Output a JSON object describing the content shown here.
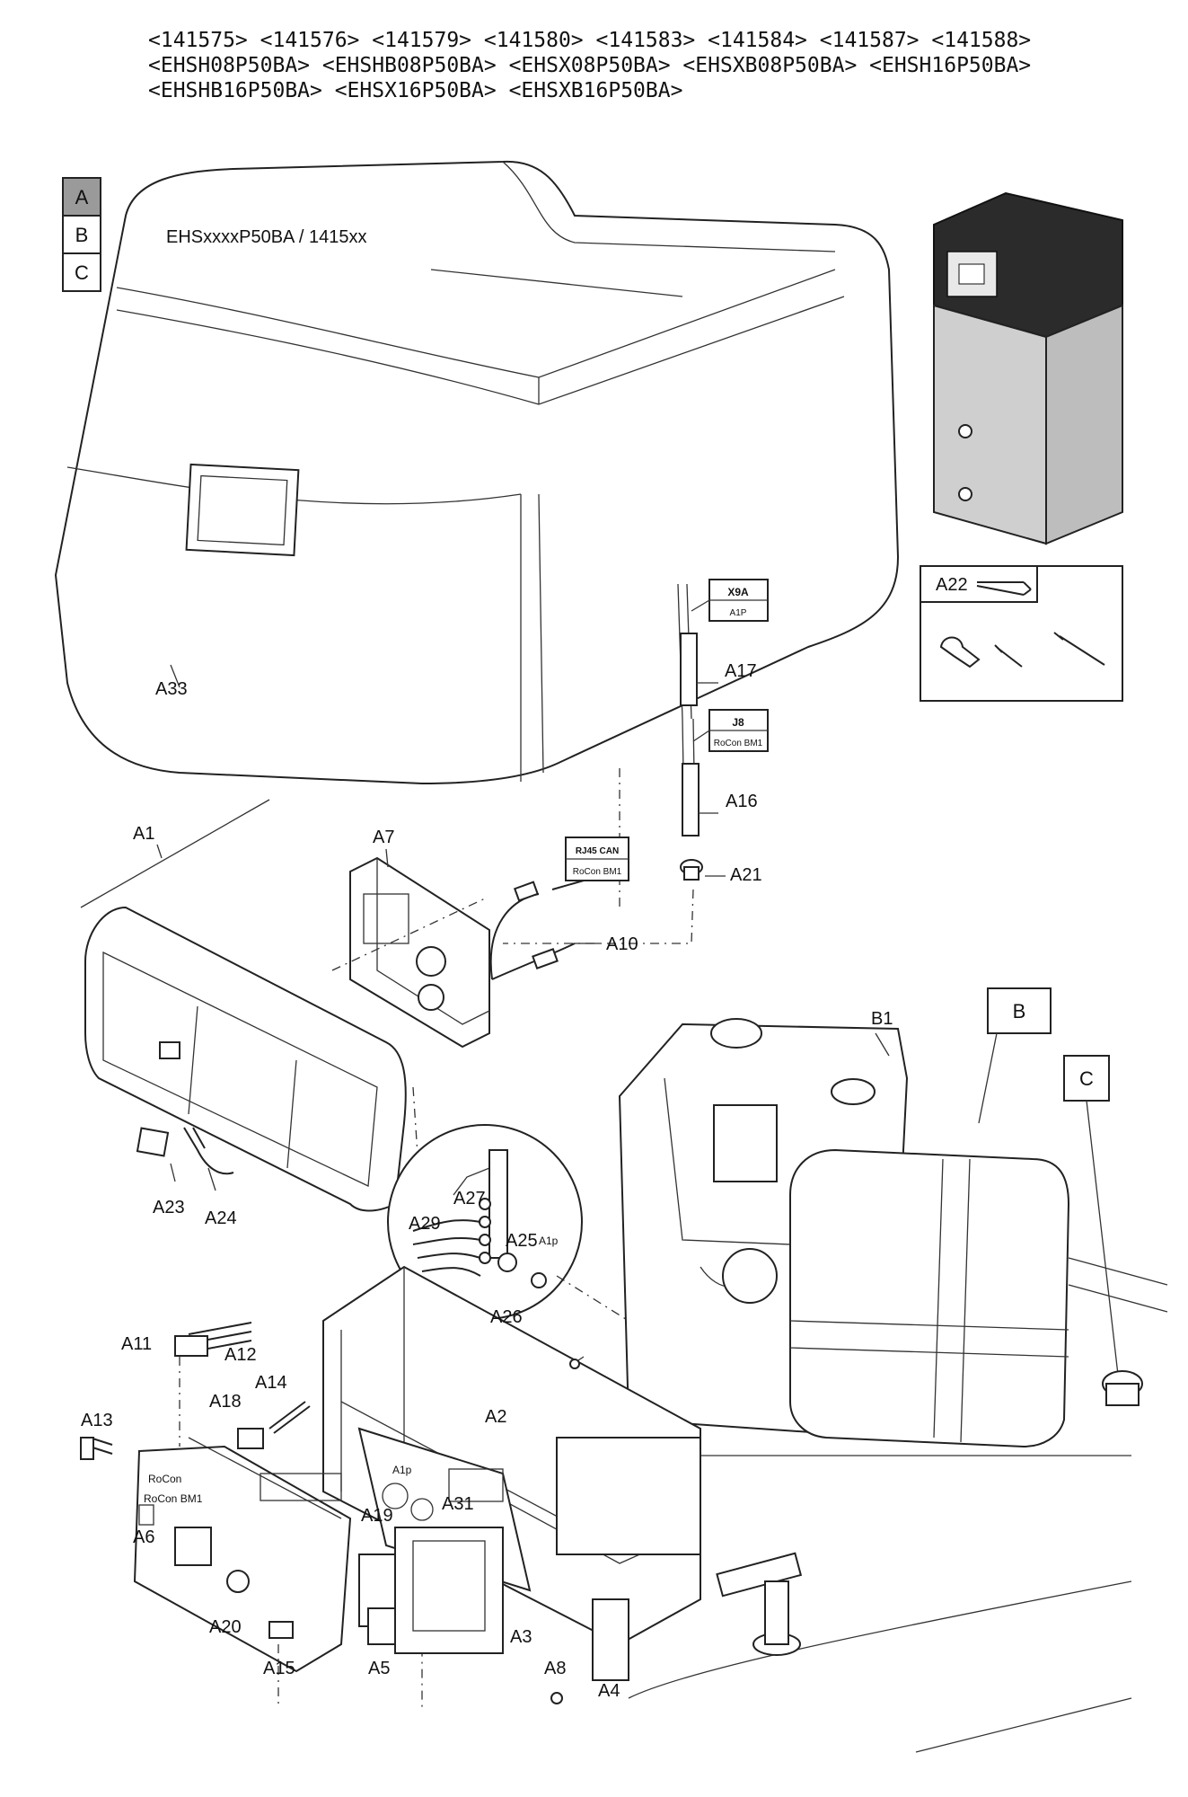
{
  "header_lines": [
    "<141575> <141576> <141579> <141580> <141583> <141584> <141587> <141588>",
    "<EHSH08P50BA> <EHSHB08P50BA> <EHSX08P50BA> <EHSXB08P50BA> <EHSH16P50BA>",
    "<EHSHB16P50BA> <EHSX16P50BA> <EHSXB16P50BA>"
  ],
  "model_text": "EHSxxxxP50BA / 1415xx",
  "section_tabs": [
    "A",
    "B",
    "C"
  ],
  "active_tab": "A",
  "box_labels": {
    "b": "B",
    "c": "C"
  },
  "tool_kit_label": "A22",
  "cable_tags": {
    "x9a_top": "X9A",
    "x9a_bottom": "A1P",
    "j8_top": "J8",
    "j8_bottom": "RoCon BM1",
    "rj45_top": "RJ45 CAN",
    "rj45_bottom": "RoCon BM1"
  },
  "board_texts": {
    "a1p_1": "A1p",
    "a1p_2": "A1p",
    "rocon": "RoCon BM1",
    "rocon_sub": "RoCon"
  },
  "part_labels": {
    "A1": "A1",
    "A2": "A2",
    "A3": "A3",
    "A4": "A4",
    "A5": "A5",
    "A6": "A6",
    "A7": "A7",
    "A8": "A8",
    "A10": "A10",
    "A11": "A11",
    "A12": "A12",
    "A13": "A13",
    "A14": "A14",
    "A15": "A15",
    "A16": "A16",
    "A17": "A17",
    "A18": "A18",
    "A19": "A19",
    "A20": "A20",
    "A21": "A21",
    "A23": "A23",
    "A24": "A24",
    "A25": "A25",
    "A26": "A26",
    "A27": "A27",
    "A29": "A29",
    "A31": "A31",
    "A33": "A33",
    "B1": "B1"
  },
  "colors": {
    "line": "#222222",
    "tab_active": "#9a9a9a",
    "unit_top": "#2b2b2b",
    "unit_body": "#cfcfcf"
  }
}
